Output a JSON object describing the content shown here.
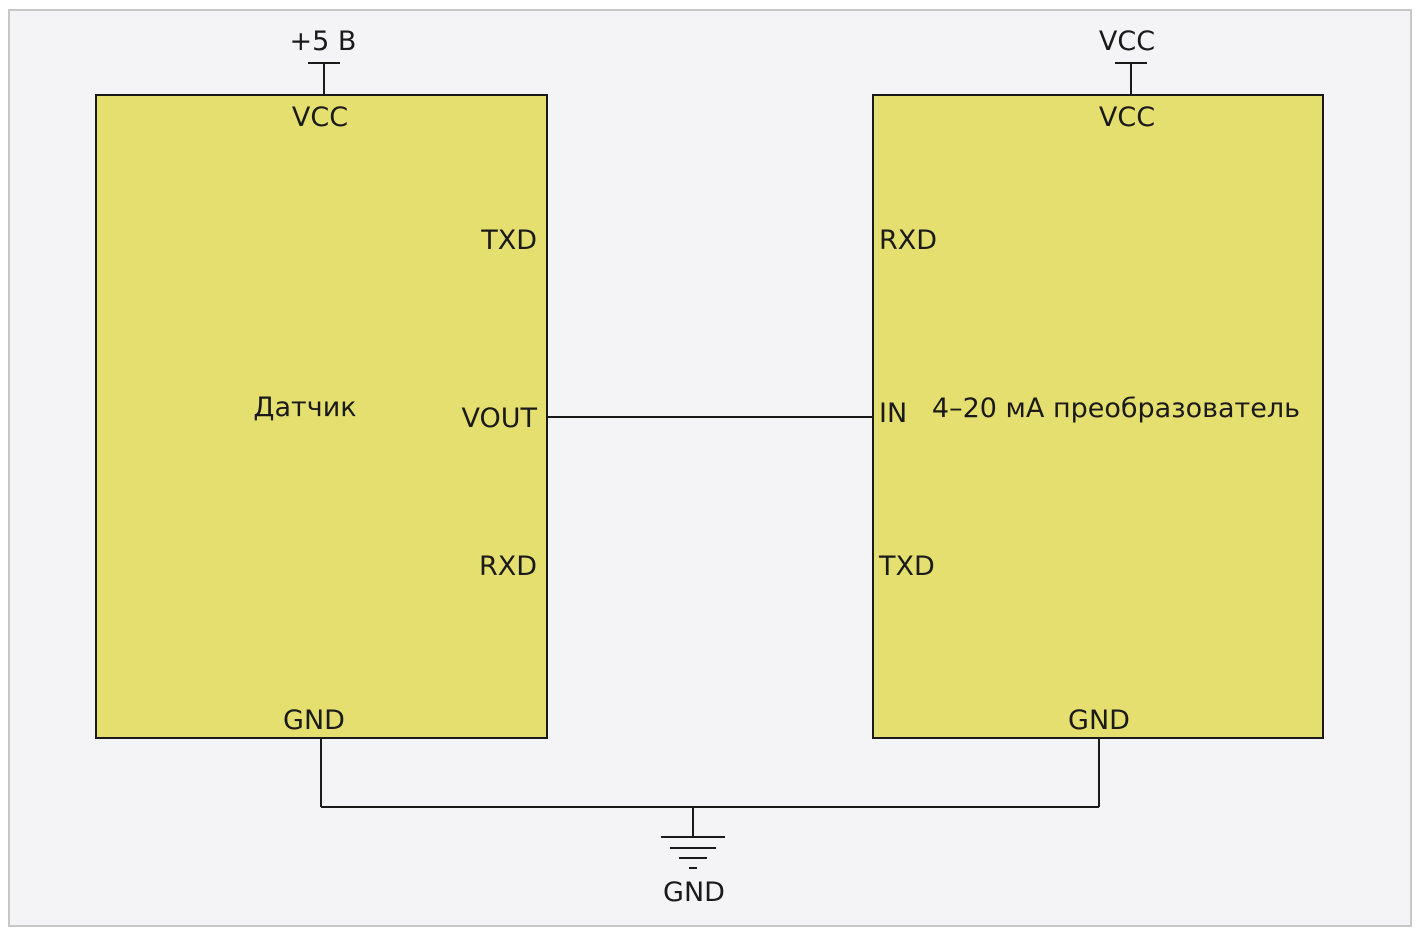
{
  "colors": {
    "background": "#f4f4f6",
    "frame": "#c8c8c8",
    "block_fill": "#e4df6e",
    "line": "#1a1a1a"
  },
  "sensor": {
    "title": "Датчик",
    "pins": {
      "vcc": "VCC",
      "txd": "TXD",
      "vout": "VOUT",
      "rxd": "RXD",
      "gnd": "GND"
    },
    "supply_label": "+5 В"
  },
  "converter": {
    "title": "4–20 мА преобразователь",
    "pins": {
      "vcc": "VCC",
      "rxd": "RXD",
      "in": "IN",
      "txd": "TXD",
      "gnd": "GND"
    },
    "supply_label": "VCC"
  },
  "ground": {
    "label": "GND"
  }
}
